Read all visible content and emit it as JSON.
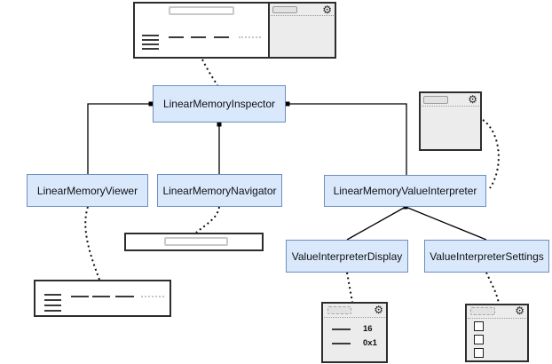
{
  "nodes": {
    "inspector": {
      "label": "LinearMemoryInspector"
    },
    "viewer": {
      "label": "LinearMemoryViewer"
    },
    "navigator": {
      "label": "LinearMemoryNavigator"
    },
    "value_interpreter": {
      "label": "LinearMemoryValueInterpreter"
    },
    "display": {
      "label": "ValueInterpreterDisplay"
    },
    "settings": {
      "label": "ValueInterpreterSettings"
    }
  },
  "interpreter_window": {
    "row1_value": "16",
    "row2_value": "0x1"
  },
  "icons": {
    "gear": "⚙"
  },
  "colors": {
    "node_fill": "#dae8fc",
    "node_border": "#6c8ebf",
    "window_fill": "#ececec",
    "window_border": "#2d2d2d"
  }
}
